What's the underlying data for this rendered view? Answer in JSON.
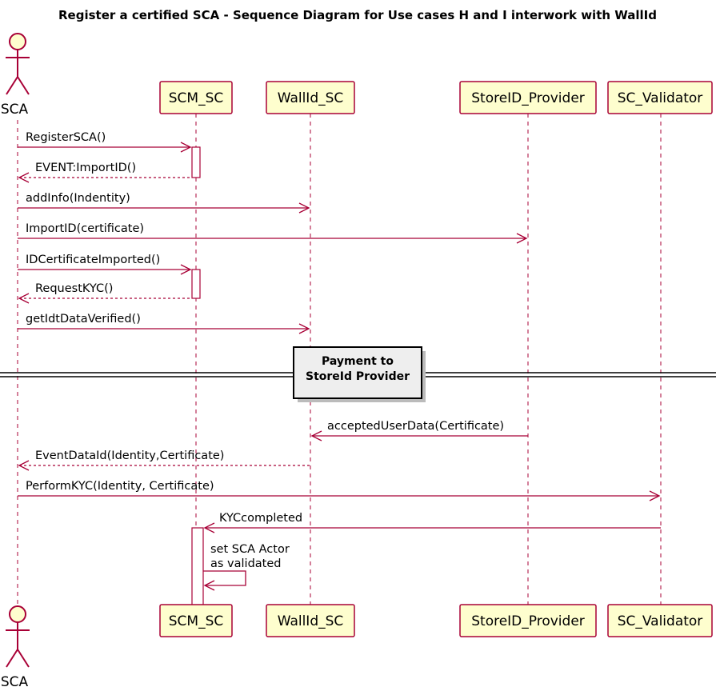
{
  "title": "Register a certified SCA - Sequence Diagram for Use cases H and I interwork with WallId",
  "participants": {
    "sca": "SCA",
    "scm_sc": "SCM_SC",
    "wallid_sc": "WallId_SC",
    "storeid_provider": "StoreID_Provider",
    "sc_validator": "SC_Validator"
  },
  "messages": [
    {
      "label": "RegisterSCA()",
      "from": "sca",
      "to": "scm_sc",
      "style": "solid"
    },
    {
      "label": "EVENT:ImportID()",
      "from": "scm_sc",
      "to": "sca",
      "style": "dashed"
    },
    {
      "label": "addInfo(Indentity)",
      "from": "sca",
      "to": "wallid_sc",
      "style": "solid"
    },
    {
      "label": "ImportID(certificate)",
      "from": "sca",
      "to": "storeid_provider",
      "style": "solid"
    },
    {
      "label": "IDCertificateImported()",
      "from": "sca",
      "to": "scm_sc",
      "style": "solid"
    },
    {
      "label": "RequestKYC()",
      "from": "scm_sc",
      "to": "sca",
      "style": "dashed"
    },
    {
      "label": "getIdtDataVerified()",
      "from": "sca",
      "to": "wallid_sc",
      "style": "solid"
    },
    {
      "label": "acceptedUserData(Certificate)",
      "from": "storeid_provider",
      "to": "wallid_sc",
      "style": "solid"
    },
    {
      "label": "EventDataId(Identity,Certificate)",
      "from": "wallid_sc",
      "to": "sca",
      "style": "dashed"
    },
    {
      "label": "PerformKYC(Identity, Certificate)",
      "from": "sca",
      "to": "sc_validator",
      "style": "solid"
    },
    {
      "label": "KYCcompleted",
      "from": "sc_validator",
      "to": "scm_sc",
      "style": "solid"
    }
  ],
  "divider": {
    "line1": "Payment to",
    "line2": "StoreId Provider"
  },
  "self_message": {
    "line1": "set SCA Actor",
    "line2": "as validated",
    "participant": "scm_sc"
  }
}
